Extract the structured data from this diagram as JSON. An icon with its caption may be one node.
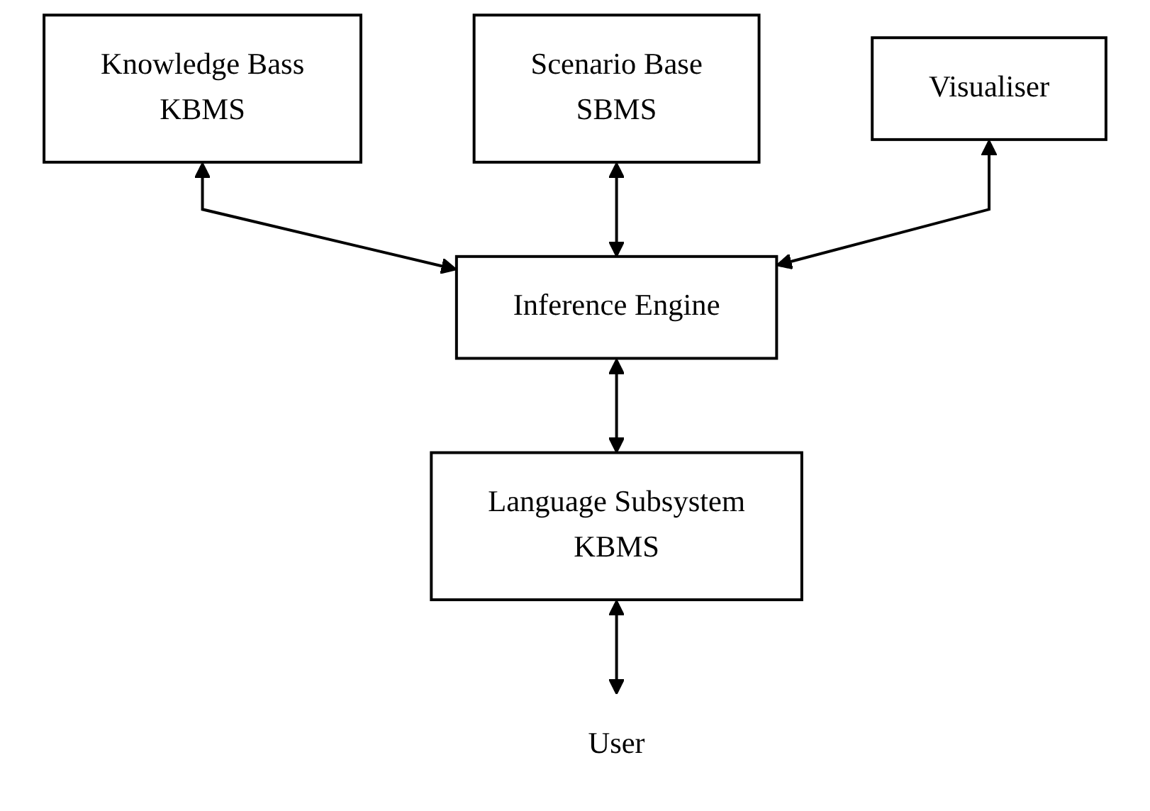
{
  "diagram": {
    "nodes": [
      {
        "text": [
          "Knowledge Bass",
          "KBMS"
        ]
      },
      {
        "text": [
          "Scenario Base",
          "SBMS"
        ]
      },
      {
        "text": [
          "Visualiser"
        ]
      },
      {
        "text": [
          "Inference Engine"
        ]
      },
      {
        "text": [
          "Language Subsystem",
          "KBMS"
        ]
      },
      {
        "text": [
          "User"
        ]
      }
    ],
    "edges": [
      {
        "from": 0,
        "to": 3,
        "arrow": "both"
      },
      {
        "from": 1,
        "to": 3,
        "arrow": "both"
      },
      {
        "from": 2,
        "to": 3,
        "arrow": "both"
      },
      {
        "from": 3,
        "to": 4,
        "arrow": "both"
      },
      {
        "from": 4,
        "to": 5,
        "arrow": "both"
      }
    ]
  }
}
